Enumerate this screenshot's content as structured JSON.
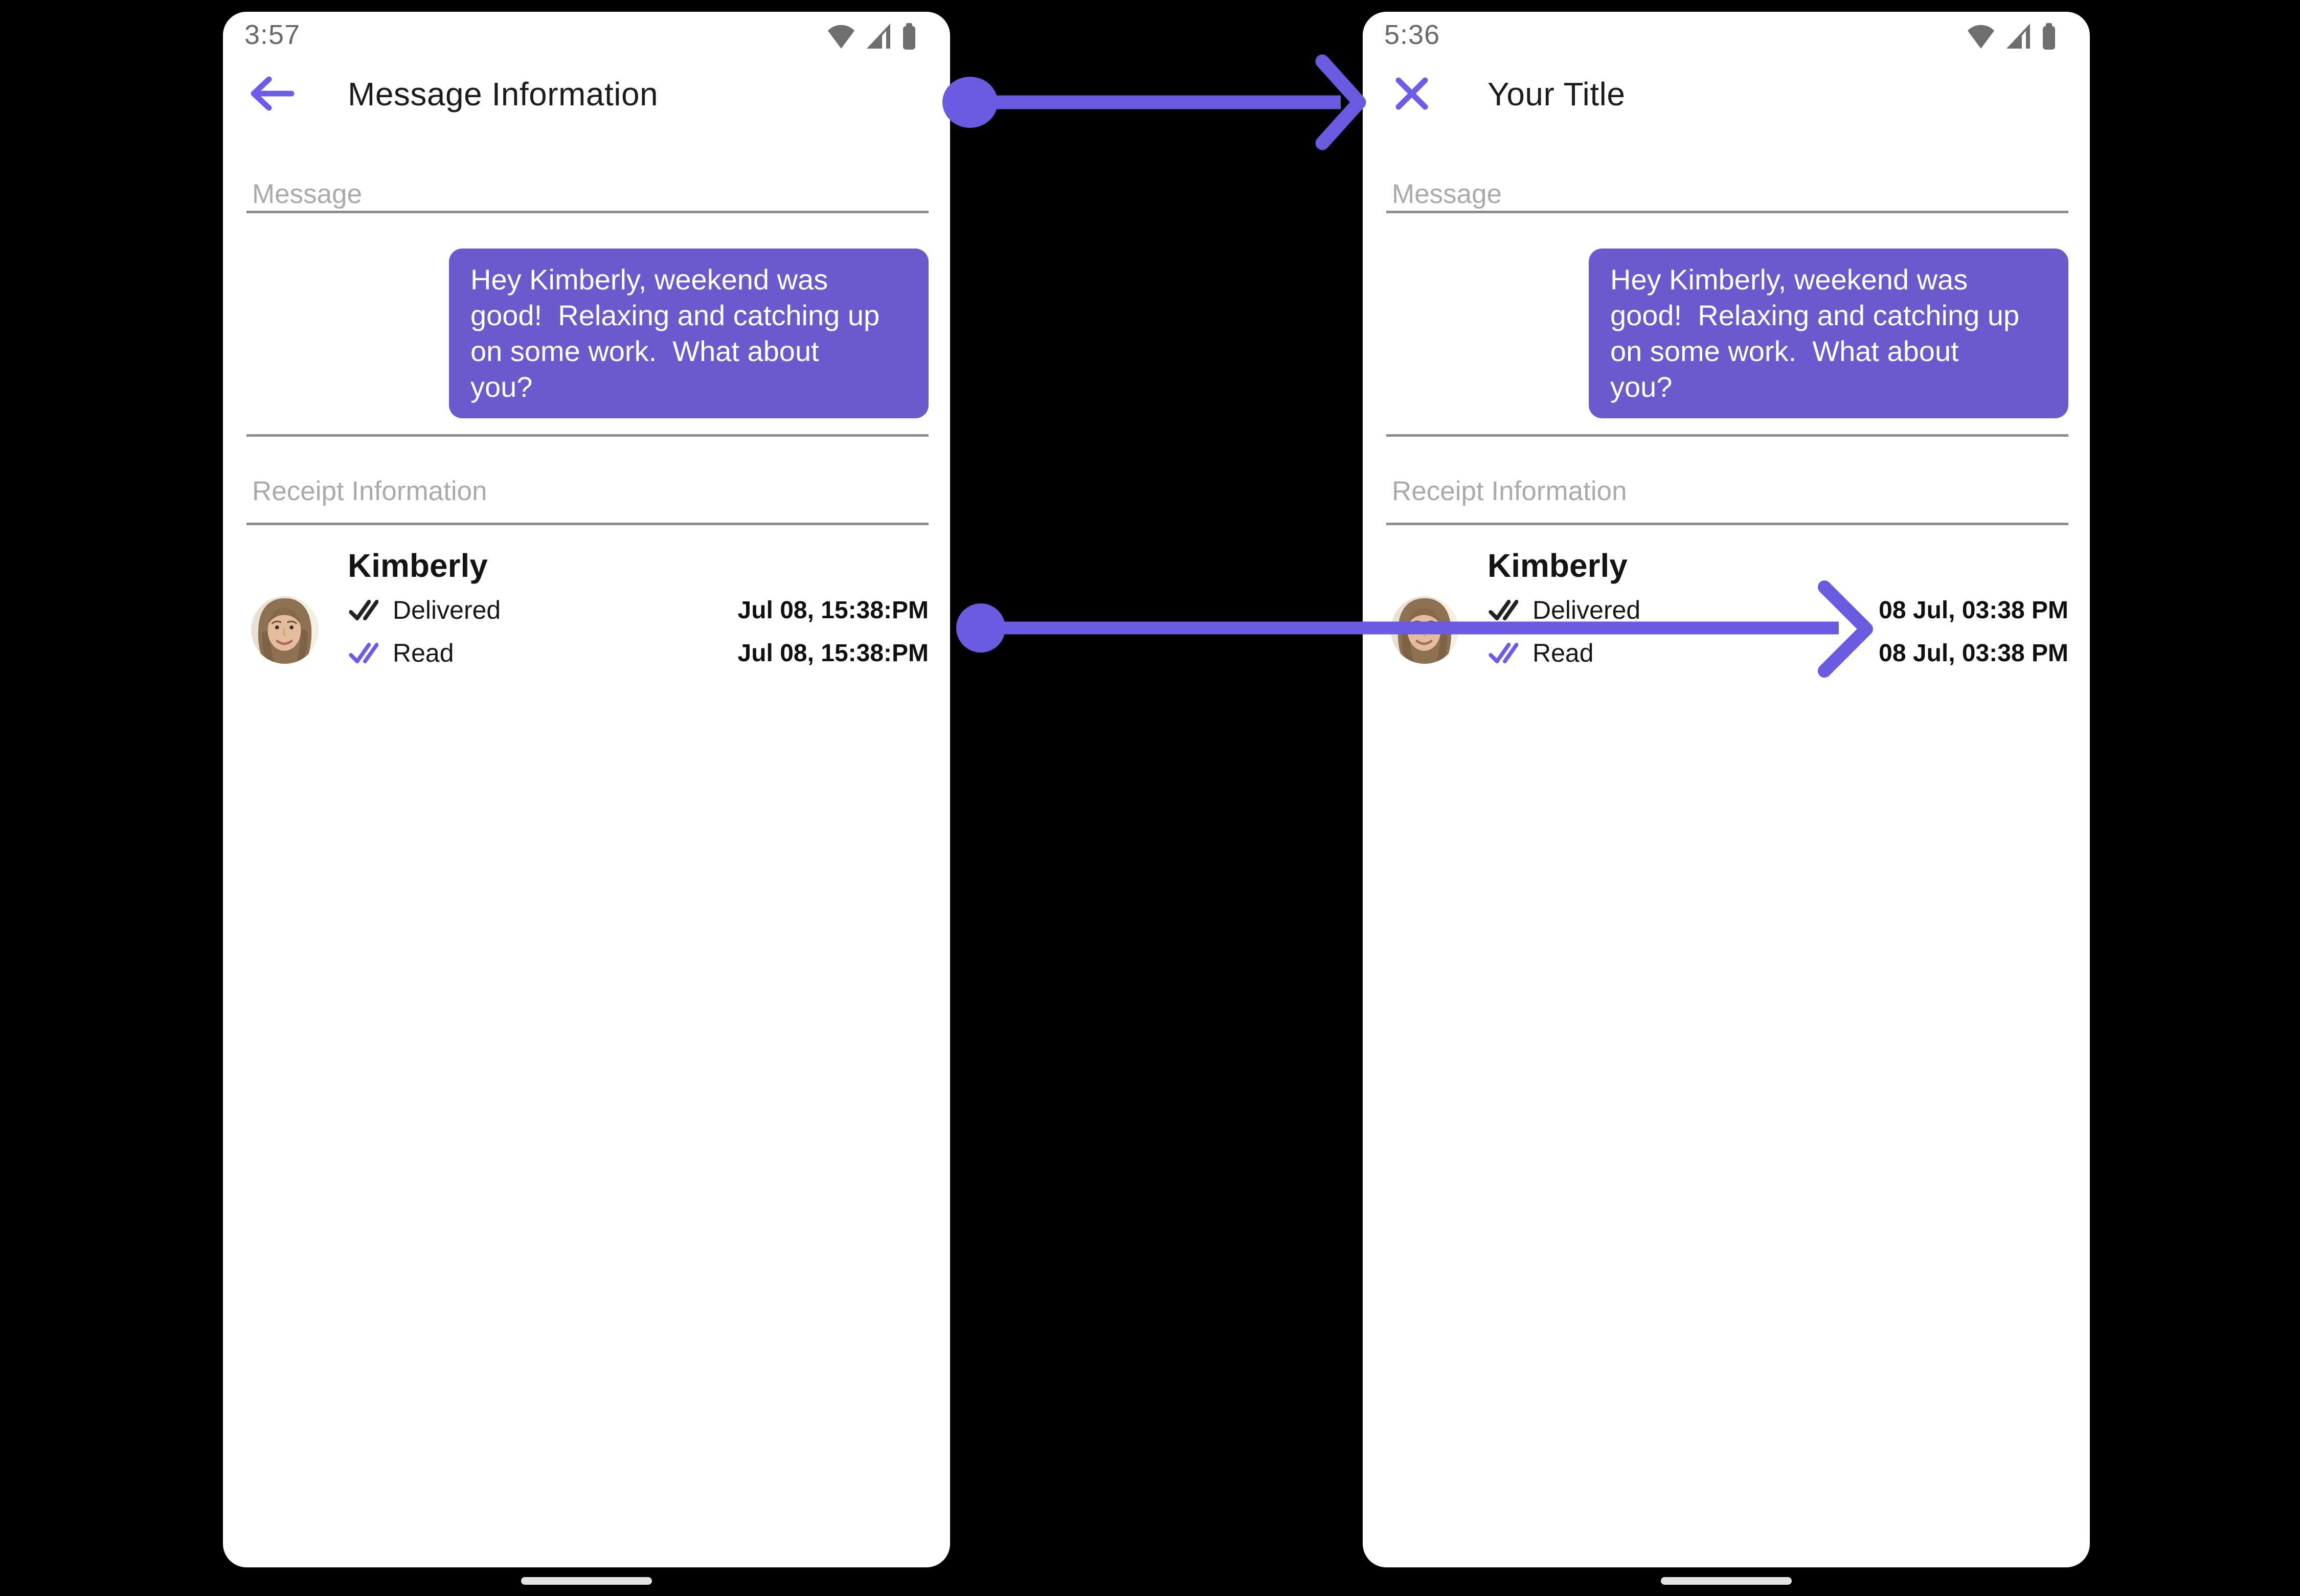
{
  "colors": {
    "background": "#000000",
    "phone_background": "#ffffff",
    "annotation_arrow_purple": "#6A5AE0",
    "bubble_purple": "#6A5ACD",
    "accent_icon_purple": "#6C5CE7",
    "section_label_gray": "#AAAAAA",
    "divider_gray": "#8E8E8E",
    "status_icon_gray": "#6E6E6E",
    "dark_text": "#1C1C1E",
    "home_pill_gray": "#E3E3E3"
  },
  "left": {
    "status_time": "3:57",
    "nav_icon": "back-arrow",
    "title": "Message Information",
    "message_label": "Message",
    "bubble_text": "Hey Kimberly, weekend was\ngood!  Relaxing and catching up\non some work.  What about\nyou?",
    "receipt_label": "Receipt Information",
    "contact_name": "Kimberly",
    "rows": [
      {
        "status": "Delivered",
        "time": "Jul 08, 15:38:PM",
        "check_style": "dark"
      },
      {
        "status": "Read",
        "time": "Jul 08, 15:38:PM",
        "check_style": "purple"
      }
    ]
  },
  "right": {
    "status_time": "5:36",
    "nav_icon": "close-x",
    "title": "Your Title",
    "message_label": "Message",
    "bubble_text": "Hey Kimberly, weekend was\ngood!  Relaxing and catching up\non some work.  What about\nyou?",
    "receipt_label": "Receipt Information",
    "contact_name": "Kimberly",
    "rows": [
      {
        "status": "Delivered",
        "time": "08 Jul, 03:38 PM",
        "check_style": "dark"
      },
      {
        "status": "Read",
        "time": "08 Jul, 03:38 PM",
        "check_style": "purple"
      }
    ]
  },
  "annotations": [
    {
      "name": "header-change-arrow",
      "meaning": "points from old header to new header"
    },
    {
      "name": "timestamp-change-arrow",
      "meaning": "points from old timestamps to new timestamp format"
    }
  ]
}
